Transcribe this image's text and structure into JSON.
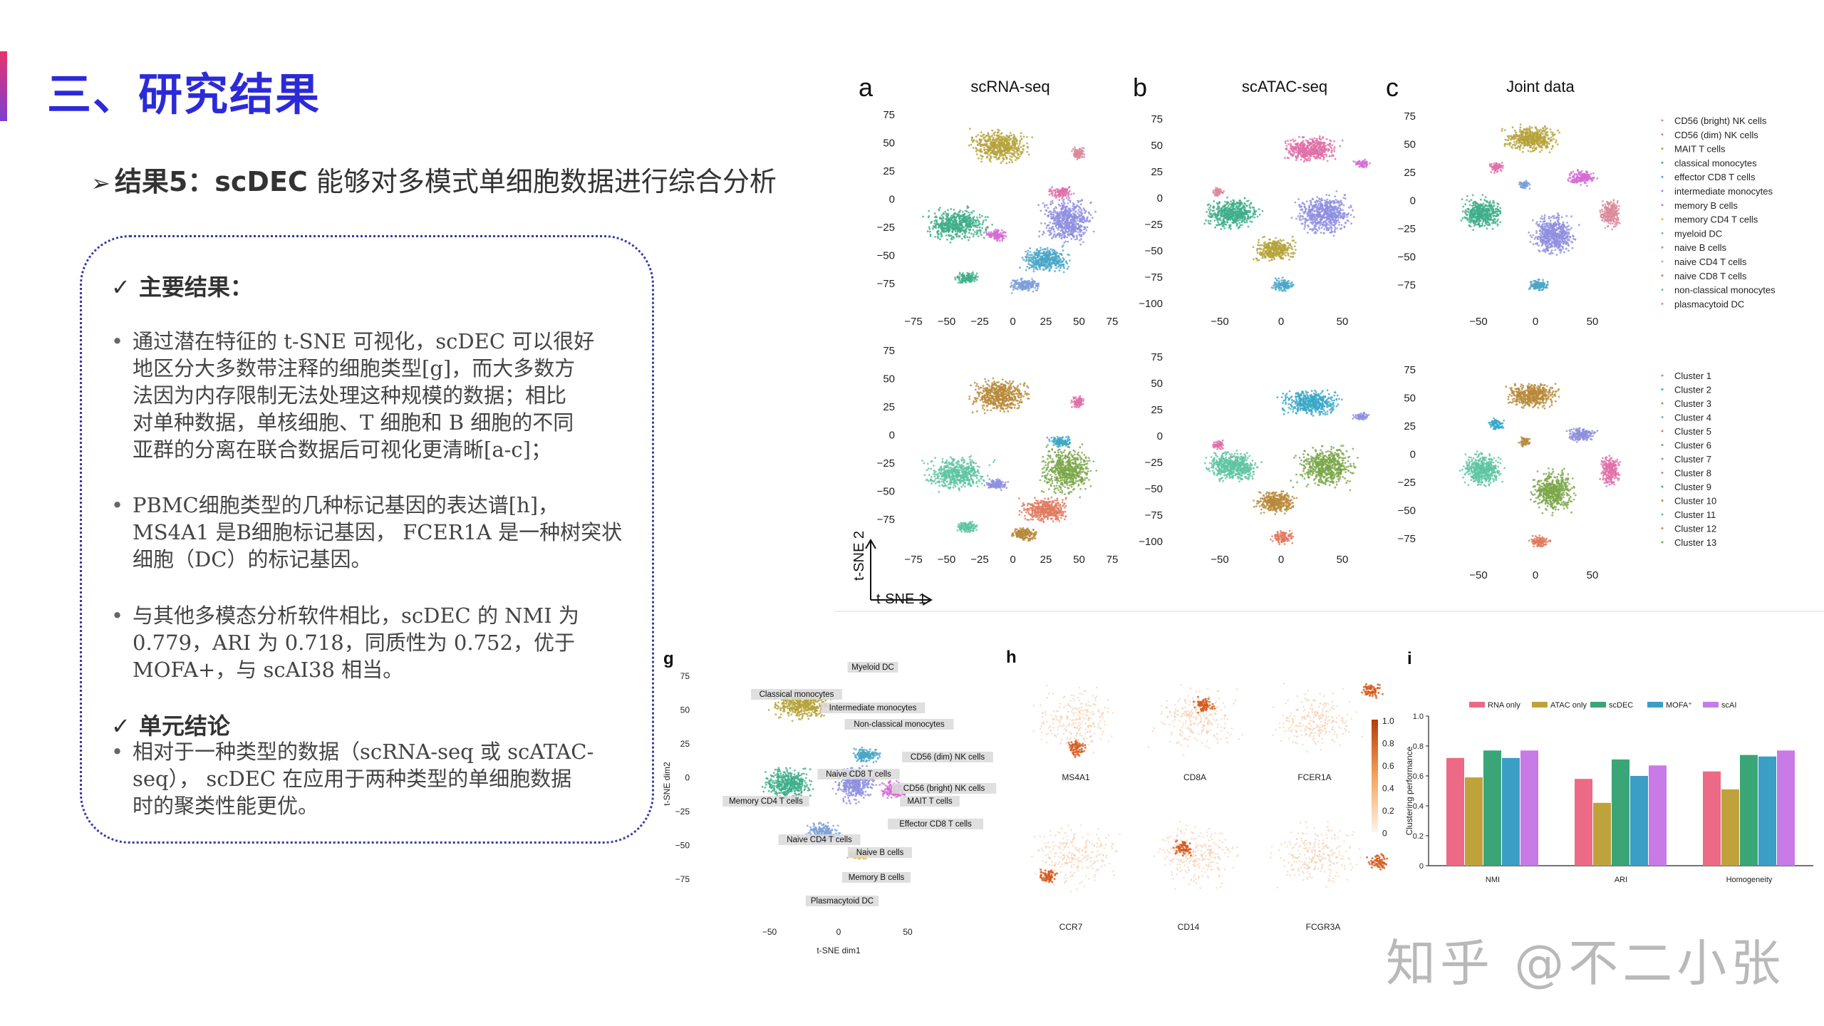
{
  "title": "三、研究结果",
  "subtitle": {
    "bold": "结果5：scDEC",
    "rest": "能够对多模式单细胞数据进行综合分析"
  },
  "main_results": {
    "heading": "主要结果：",
    "bullets": [
      [
        "通过潜在特征的 t-SNE 可视化，scDEC 可以很好",
        "地区分大多数带注释的细胞类型[g]，而大多数方",
        "法因为内存限制无法处理这种规模的数据；相比",
        "对单种数据，单核细胞、T 细胞和 B 细胞的不同",
        "亚群的分离在联合数据后可视化更清晰[a-c]；"
      ],
      [
        "PBMC细胞类型的几种标记基因的表达谱[h]，",
        "MS4A1 是B细胞标记基因， FCER1A 是一种树突状",
        "细胞（DC）的标记基因。"
      ],
      [
        "与其他多模态分析软件相比，scDEC 的 NMI 为",
        "0.779，ARI 为 0.718，同质性为 0.752，优于",
        "MOFA+，与 scAI38 相当。"
      ]
    ]
  },
  "unit_conclusion": {
    "heading": "单元结论",
    "bullet": [
      "相对于一种类型的数据（scRNA-seq 或 scATAC-",
      "seq）， scDEC 在应用于两种类型的单细胞数据",
      "时的聚类性能更优。"
    ]
  },
  "figure": {
    "panel_a": {
      "letter": "a",
      "title": "scRNA-seq",
      "yticks": [
        "75",
        "50",
        "25",
        "0",
        "−25",
        "−50",
        "−75"
      ],
      "xticks": [
        "−75",
        "−50",
        "−25",
        "0",
        "25",
        "50",
        "75"
      ]
    },
    "panel_b": {
      "letter": "b",
      "title": "scATAC-seq",
      "yticks": [
        "75",
        "50",
        "25",
        "0",
        "−25",
        "−50",
        "−75",
        "−100"
      ],
      "xticks": [
        "−50",
        "0",
        "50"
      ]
    },
    "panel_c": {
      "letter": "c",
      "title": "Joint data",
      "yticks": [
        "75",
        "50",
        "25",
        "0",
        "−25",
        "−50",
        "−75"
      ],
      "xticks": [
        "−50",
        "0",
        "50"
      ]
    },
    "axis_y": "t-SNE 2",
    "axis_x": "t-SNE 1",
    "legend_celltypes": [
      "CD56 (bright) NK cells",
      "CD56 (dim) NK cells",
      "MAIT T cells",
      "classical monocytes",
      "effector CD8 T cells",
      "intermediate monocytes",
      "memory B cells",
      "memory CD4 T cells",
      "myeloid DC",
      "naive B cells",
      "naive CD4 T cells",
      "naive CD8 T cells",
      "non-classical monocytes",
      "plasmacytoid DC"
    ],
    "legend_clusters": [
      "Cluster 1",
      "Cluster 2",
      "Cluster 3",
      "Cluster 4",
      "Cluster 5",
      "Cluster 6",
      "Cluster 7",
      "Cluster 8",
      "Cluster 9",
      "Cluster 10",
      "Cluster 11",
      "Cluster 12",
      "Cluster 13"
    ],
    "panel_g": {
      "letter": "g",
      "xlabel": "t-SNE dim1",
      "ylabel": "t-SNE dim2",
      "yticks": [
        "75",
        "50",
        "25",
        "0",
        "−25",
        "−50",
        "−75"
      ],
      "xticks": [
        "−50",
        "0",
        "50"
      ],
      "labels": [
        "Myeloid DC",
        "Classical monocytes",
        "Intermediate monocytes",
        "Non-classical monocytes",
        "CD56 (dim) NK cells",
        "Naive CD8 T cells",
        "CD56 (bright) NK cells",
        "Memory CD4 T cells",
        "MAIT T cells",
        "Effector CD8 T cells",
        "Naive CD4 T cells",
        "Naive B cells",
        "Memory B cells",
        "Plasmacytoid DC"
      ]
    },
    "panel_h": {
      "letter": "h",
      "genes": [
        "MS4A1",
        "CD8A",
        "FCER1A",
        "CCR7",
        "CD14",
        "FCGR3A"
      ],
      "colorbar_ticks": [
        "1.0",
        "0.8",
        "0.6",
        "0.4",
        "0.2",
        "0"
      ]
    },
    "panel_i": {
      "letter": "i",
      "ylabel": "Clustering performance",
      "yticks": [
        "1.0",
        "0.8",
        "0.6",
        "0.4",
        "0.2",
        "0"
      ]
    }
  },
  "chart_data": {
    "type": "bar",
    "categories": [
      "NMI",
      "ARI",
      "Homogeneity"
    ],
    "series": [
      {
        "name": "RNA only",
        "color": "#ec6a86",
        "values": [
          0.72,
          0.58,
          0.63
        ]
      },
      {
        "name": "ATAC only",
        "color": "#c0a23c",
        "values": [
          0.59,
          0.42,
          0.51
        ]
      },
      {
        "name": "scDEC",
        "color": "#3aa577",
        "values": [
          0.77,
          0.71,
          0.74
        ]
      },
      {
        "name": "MOFA⁺",
        "color": "#3b9ec5",
        "values": [
          0.72,
          0.6,
          0.73
        ]
      },
      {
        "name": "scAI",
        "color": "#c87ae6",
        "values": [
          0.77,
          0.67,
          0.77
        ]
      }
    ],
    "ylabel": "Clustering performance",
    "ylim": [
      0,
      1.0
    ],
    "grid": false,
    "legend": "top"
  },
  "watermark": "知乎 @不二小张"
}
